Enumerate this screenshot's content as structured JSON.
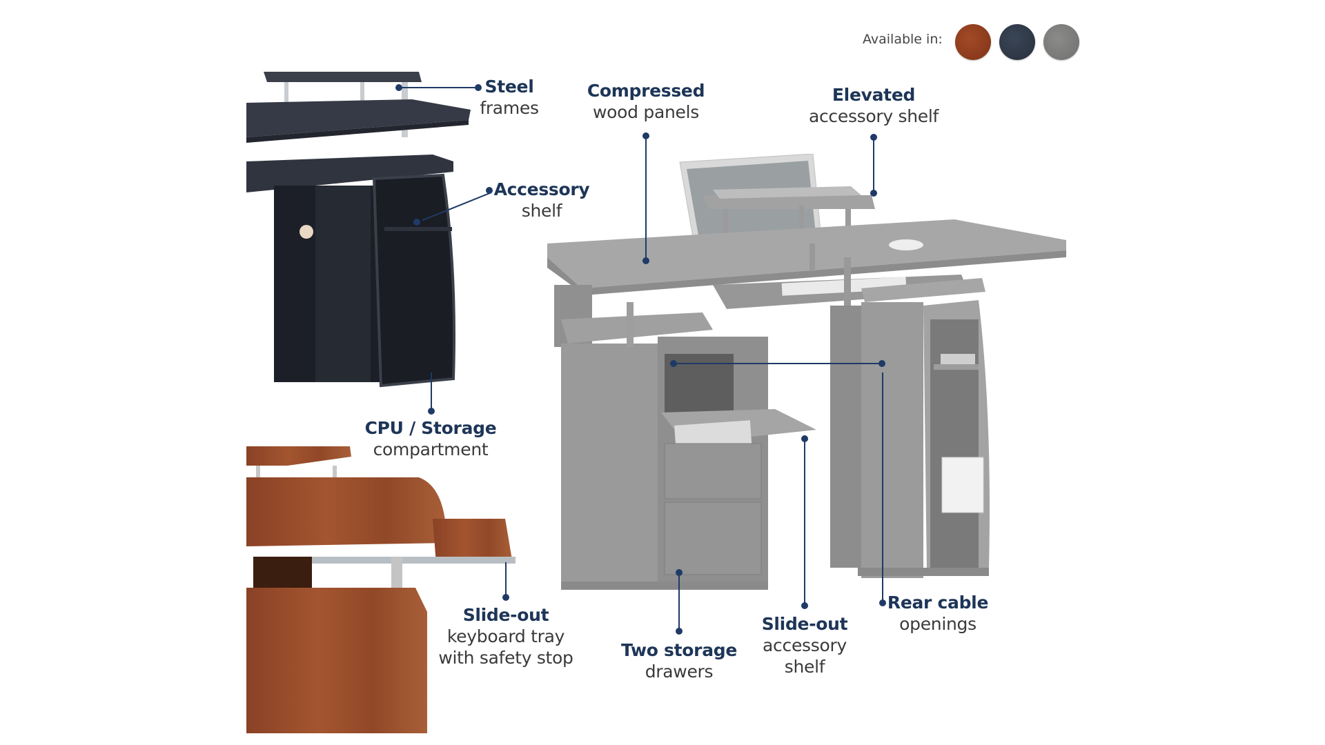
{
  "availability": {
    "label": "Available in:",
    "swatches": [
      {
        "name": "walnut",
        "color": "#8e3a1e"
      },
      {
        "name": "espresso",
        "color": "#2f3846"
      },
      {
        "name": "gray",
        "color": "#7d7d7b"
      }
    ]
  },
  "callouts": [
    {
      "id": "steel-frames",
      "title": "Steel",
      "subtitle": "frames"
    },
    {
      "id": "compressed-wood",
      "title": "Compressed",
      "subtitle": "wood panels"
    },
    {
      "id": "elevated-shelf",
      "title": "Elevated",
      "subtitle": "accessory shelf"
    },
    {
      "id": "accessory-shelf",
      "title": "Accessory",
      "subtitle": "shelf"
    },
    {
      "id": "cpu-storage",
      "title": "CPU / Storage",
      "subtitle": "compartment"
    },
    {
      "id": "keyboard-tray",
      "title": "Slide-out",
      "subtitle": "keyboard tray",
      "subtitle2": "with safety stop"
    },
    {
      "id": "storage-drawers",
      "title": "Two storage",
      "subtitle": "drawers"
    },
    {
      "id": "slideout-shelf",
      "title": "Slide-out",
      "subtitle": "accessory",
      "subtitle2": "shelf"
    },
    {
      "id": "rear-cable",
      "title": "Rear cable",
      "subtitle": "openings"
    }
  ],
  "colors": {
    "callout_title": "#1d3557",
    "callout_text": "#3a3a3a",
    "leader_line": "#1f3a66"
  }
}
